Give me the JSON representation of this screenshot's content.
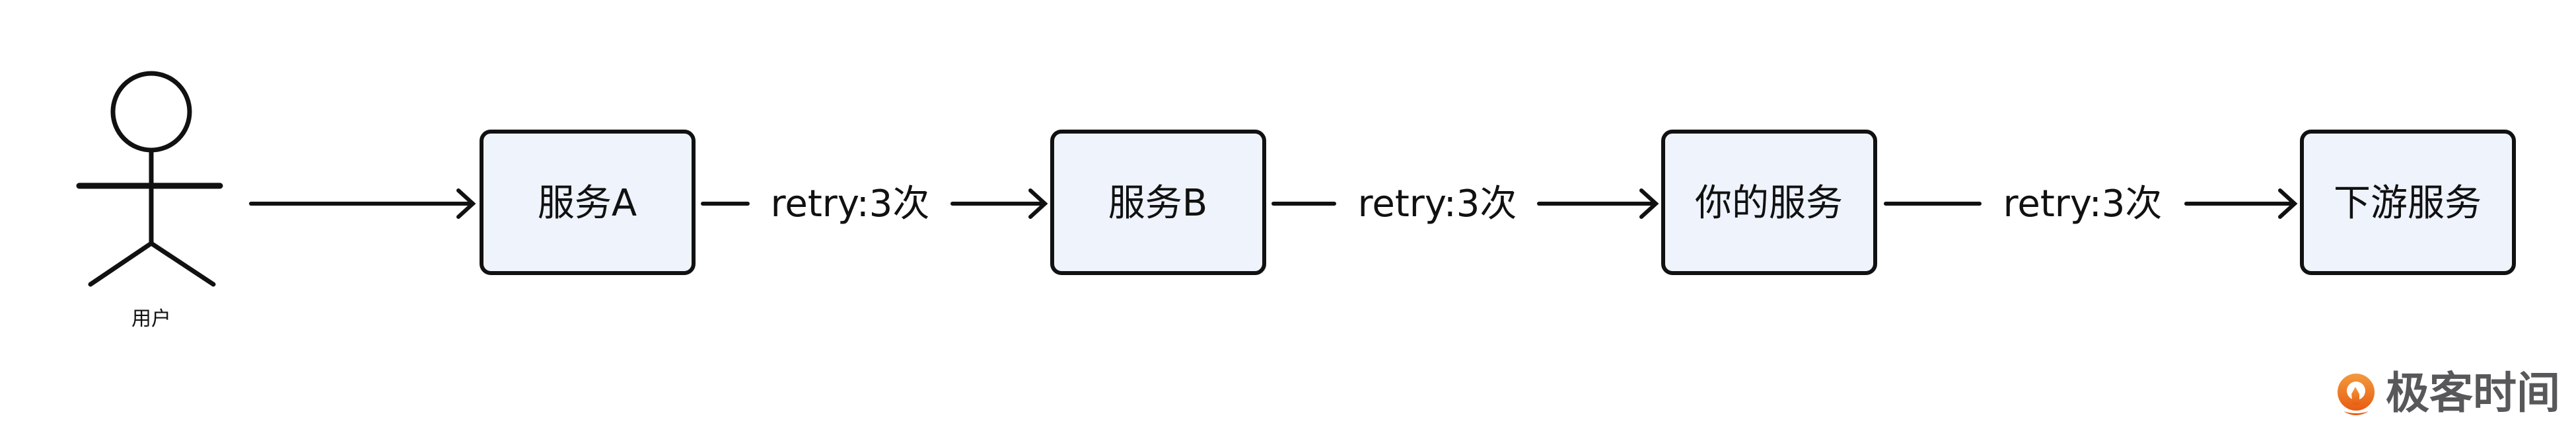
{
  "actor": {
    "label": "用户"
  },
  "services": [
    {
      "label": "服务A"
    },
    {
      "label": "服务B"
    },
    {
      "label": "你的服务"
    },
    {
      "label": "下游服务"
    }
  ],
  "edges": [
    {
      "label": "retry:3次"
    },
    {
      "label": "retry:3次"
    },
    {
      "label": "retry:3次"
    }
  ],
  "logo": {
    "text": "极客时间",
    "color": "#ee6a1c"
  },
  "colors": {
    "box_fill": "#eef3fc",
    "stroke": "#111111"
  }
}
